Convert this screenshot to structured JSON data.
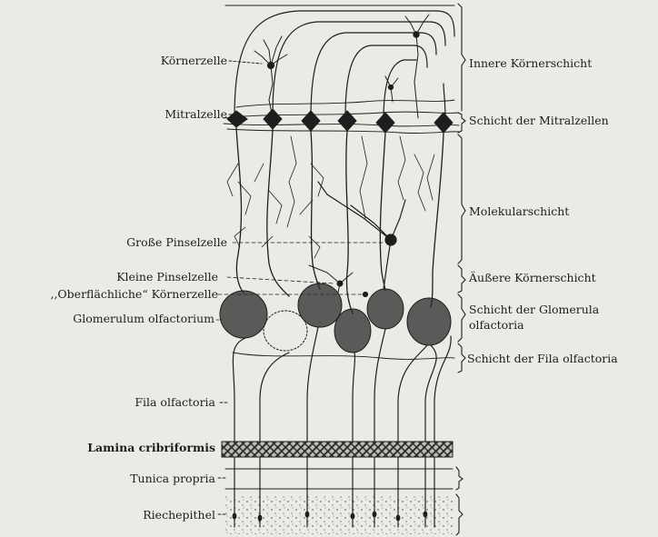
{
  "left_labels": [
    {
      "id": "koernerzelle",
      "text": "Körnerzelle"
    },
    {
      "id": "mitralzelle",
      "text": "Mitralzelle"
    },
    {
      "id": "grosse_pinselzelle",
      "text": "Große Pinselzelle"
    },
    {
      "id": "kleine_pinselzelle",
      "text": "Kleine Pinselzelle"
    },
    {
      "id": "oberflaechliche_koernerzelle",
      "text": ",,Oberflächliche“ Körnerzelle"
    },
    {
      "id": "glomerulum",
      "text": "Glomerulum olfactorium"
    },
    {
      "id": "fila",
      "text": "Fila olfactoria"
    },
    {
      "id": "lamina",
      "text": "Lamina cribriformis"
    },
    {
      "id": "tunica",
      "text": "Tunica propria"
    },
    {
      "id": "riechepithel",
      "text": "Riechepithel"
    }
  ],
  "right_labels": [
    {
      "id": "innere_koernerschicht",
      "text": "Innere Körnerschicht"
    },
    {
      "id": "mitralzellenschicht",
      "text": "Schicht der Mitralzellen"
    },
    {
      "id": "molekularschicht",
      "text": "Molekularschicht"
    },
    {
      "id": "aeussere_koernerschicht",
      "text": "Äußere Körnerschicht"
    },
    {
      "id": "glomerula_line1",
      "text": "Schicht der Glomerula"
    },
    {
      "id": "glomerula_line2",
      "text": "olfactoria"
    },
    {
      "id": "fila_schicht",
      "text": "Schicht der Fila olfactoria"
    }
  ]
}
